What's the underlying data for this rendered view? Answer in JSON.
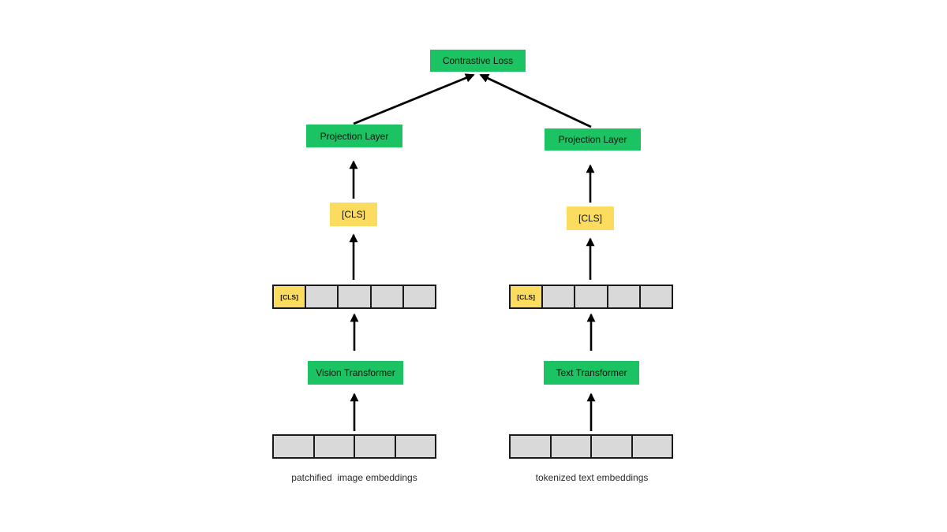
{
  "diagram": {
    "title": "CLIP-style contrastive dual-encoder architecture",
    "contrastive_loss_label": "Contrastive Loss",
    "left_branch": {
      "projection_label": "Projection Layer",
      "cls_label": "[CLS]",
      "row_cls_label": "[CLS]",
      "row_cells_total": 5,
      "transformer_label": "Vision Transformer",
      "input_row_cells_total": 4,
      "caption": "patchified  image embeddings"
    },
    "right_branch": {
      "projection_label": "Projection Layer",
      "cls_label": "[CLS]",
      "row_cls_label": "[CLS]",
      "row_cells_total": 5,
      "transformer_label": "Text Transformer",
      "input_row_cells_total": 4,
      "caption": "tokenized text embeddings"
    },
    "colors": {
      "box_green": "#1cc363",
      "box_yellow": "#fbdc5e",
      "cell_gray": "#d9d9d9",
      "border": "#1a1a1a",
      "arrow": "#000000",
      "background": "#ffffff"
    }
  }
}
